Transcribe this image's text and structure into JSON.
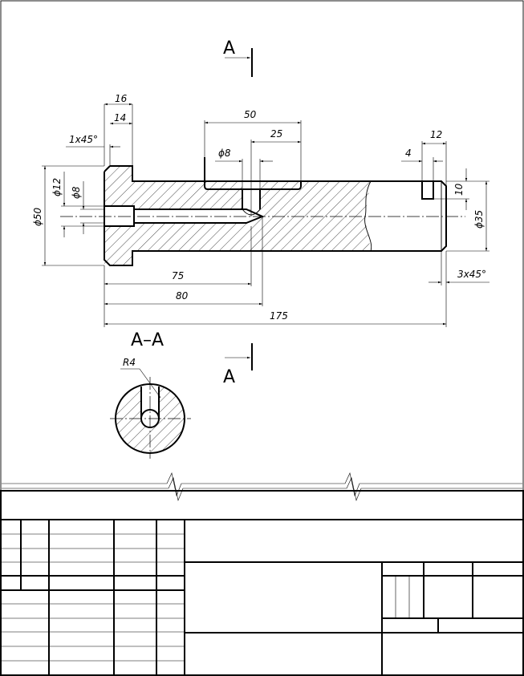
{
  "section": {
    "marker_top": "A",
    "marker_bottom": "A",
    "view_title": "A–A"
  },
  "dimensions": {
    "d16": "16",
    "d14": "14",
    "chamfer_left": "1x45°",
    "d50_len": "50",
    "d25": "25",
    "diam8_top": "ϕ8",
    "d12": "12",
    "d4": "4",
    "diam12": "ϕ12",
    "diam8_left": "ϕ8",
    "diam50": "ϕ50",
    "d10": "10",
    "diam35": "ϕ35",
    "chamfer_right": "3x45°",
    "d75": "75",
    "d80": "80",
    "d175": "175",
    "radius": "R4"
  },
  "colors": {
    "line": "#000000",
    "background": "#ffffff"
  }
}
